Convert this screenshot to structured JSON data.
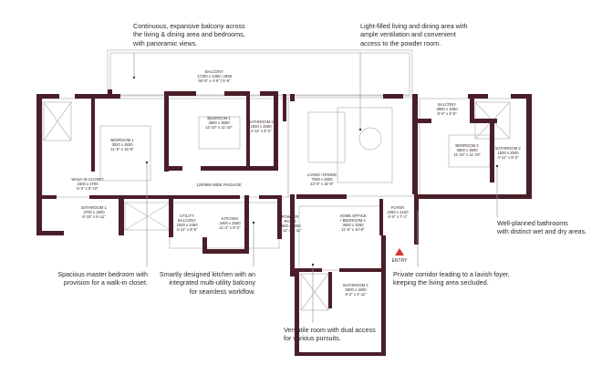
{
  "callouts": {
    "balcony": "Continuous, expansive balcony across\nthe living & dining area and bedrooms,\nwith panoramic views.",
    "living": "Light-filled living and dining area with\nample ventilation and convenient\naccess to the powder room.",
    "bathrooms": "Well-planned bathrooms\nwith distinct wet and dry areas.",
    "master": "Spacious master bedroom with\nprovision for a walk-in closet.",
    "kitchen": "Smartly designed kitchen with an\nintegrated multi-utility balcony\nfor seamless workflow.",
    "corridor": "Private corridor leading to a lavish foyer,\nkeeping the living area secluded.",
    "office": "Versatile room with dual access\nfor various pursuits."
  },
  "rooms": {
    "balcony_main": {
      "name": "BALCONY",
      "dim": "17200 x 1450 | 1650",
      "imp": "56'-5\" x 4'-9\" | 5'-5\""
    },
    "bedroom1": {
      "name": "BEDROOM 1",
      "dim": "3520 x 4820",
      "imp": "11'-6\" x 15'-9\""
    },
    "bedroom2": {
      "name": "BEDROOM 2",
      "dim": "3600 x 3600",
      "imp": "11'-10\" x 11'-10\""
    },
    "bathroom2": {
      "name": "BATHROOM 2",
      "dim": "1500 x 2500",
      "imp": "4'-11\" x 8'-2\""
    },
    "closet": {
      "name": "WALK-IN CLOSET",
      "dim": "1600 x 2700",
      "imp": "5'-3\" x 8'-10\""
    },
    "passage": {
      "name": "1200MM WIDE PASSAGE"
    },
    "bathroom1": {
      "name": "BATHROOM 1",
      "dim": "2700 x 1800",
      "imp": "8'-10\" x 5'-11\""
    },
    "utility": {
      "name": "UTILITY",
      "name2": "BALCONY",
      "dim": "1500 x 2450",
      "imp": "4'-11\" x 8'-0\""
    },
    "kitchen": {
      "name": "KITCHEN",
      "dim": "3400 x 2500",
      "imp": "11'-2\" x 8'-2\""
    },
    "powder": {
      "name": "POWDER",
      "name2": "ROOM",
      "dim": "1500 x 1800",
      "imp": "4'-11\" x 5'-11\""
    },
    "office": {
      "name": "HOME OFFICE",
      "name2": "/ BEDROOM 4",
      "dim": "3500 x 3250",
      "imp": "11'-6\" x 10'-8\""
    },
    "foyer": {
      "name": "FOYER",
      "dim": "2350 x 2150",
      "imp": "6'-5\" x 7'-1\""
    },
    "entry": {
      "name": "ENTRY"
    },
    "bathroom4": {
      "name": "BATHROOM 4",
      "dim": "2500 x 1500",
      "imp": "8'-2\" x 4'-11\""
    },
    "living": {
      "name": "LIVING / DINING",
      "dim": "7000 x 4800",
      "imp": "23'-0\" x 15'-9\""
    },
    "balcony_b3": {
      "name": "BALCONY",
      "dim": "2850 x 1050",
      "imp": "9'-4\" x 3'-5\""
    },
    "bedroom3": {
      "name": "BEDROOM 3",
      "dim": "3600 x 3600",
      "imp": "11'-10\" x 11'-10\""
    },
    "bathroom3": {
      "name": "BATHROOM 2",
      "dim": "1500 x 2500",
      "imp": "4'-11\" x 8'-2\""
    }
  },
  "colors": {
    "wall": "#4a1e28",
    "entry_marker": "#d8322f"
  }
}
